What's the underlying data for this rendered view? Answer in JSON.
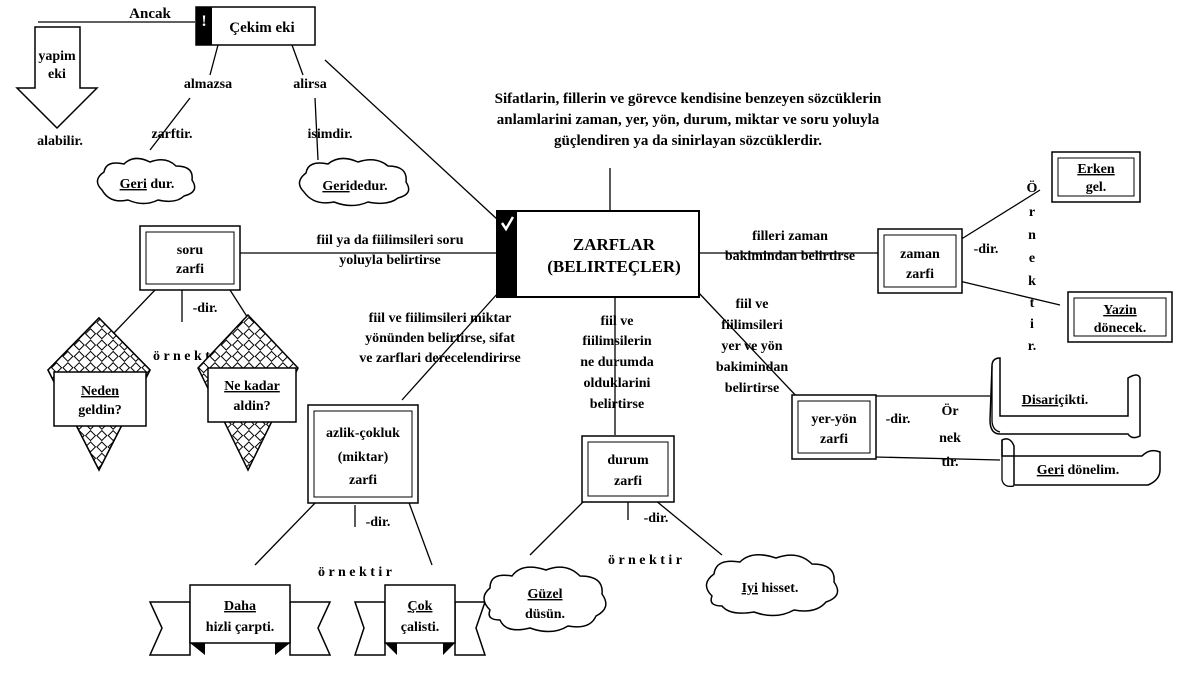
{
  "definition": {
    "line1": "Sifatlarin, fillerin ve görevce kendisine benzeyen sözcüklerin",
    "line2": "anlamlarini zaman, yer, yön, durum, miktar ve soru yoluyla",
    "line3": "güçlendiren ya da sinirlayan sözcüklerdir."
  },
  "main": {
    "line1": "ZARFLAR",
    "line2": "(BELIRTEÇLER)"
  },
  "cekim": {
    "box": "Çekim eki",
    "ancak": "Ancak",
    "arrow_line1": "yapim",
    "arrow_line2": "eki",
    "alabilir": "alabilir.",
    "almazsa": "almazsa",
    "alirsa": "alirsa",
    "zarftir": "zarftir.",
    "isimdir": "isimdir.",
    "ex1_u": "Geri",
    "ex1_rest": " dur.",
    "ex2_u": "Geri",
    "ex2_rest": "dedur."
  },
  "soru": {
    "line1": "soru",
    "line2": "zarfi",
    "edge1": "fiil ya da fiilimsileri soru",
    "edge2": "yoluyla belirtirse",
    "dir": "-dir.",
    "ornek": "ö r n e k t i r",
    "ex1_u": "Neden",
    "ex1_l2": "geldin?",
    "ex2_u": "Ne kadar",
    "ex2_l2": "aldin?"
  },
  "miktar": {
    "line1": "azlik-çokluk",
    "line2": "(miktar)",
    "line3": "zarfi",
    "edge1": "fiil ve fiilimsileri miktar",
    "edge2": "yönünden belirtirse, sifat",
    "edge3": "ve zarflari derecelendirirse",
    "dir": "-dir.",
    "ornek": "ö r n e k t i r",
    "ex1_u": "Daha",
    "ex1_l2": "hizli çarpti.",
    "ex2_u": "Çok",
    "ex2_l2": "çalisti."
  },
  "durum": {
    "line1": "durum",
    "line2": "zarfi",
    "edge": [
      "fiil ve",
      "fiilimsilerin",
      "ne durumda",
      "olduklarini",
      "belirtirse"
    ],
    "dir": "-dir.",
    "ornek": "ö r n e k t i r",
    "ex1_u": "Güzel",
    "ex1_l2": "düsün.",
    "ex2_u": "Iyi",
    "ex2_rest": " hisset."
  },
  "zaman": {
    "line1": "zaman",
    "line2": "zarfi",
    "edge1": "filleri zaman",
    "edge2": "bakimindan belirtirse",
    "dir": "-dir.",
    "ornek_letters": [
      "Ö",
      "r",
      "n",
      "e",
      "k",
      "t",
      "i",
      "r."
    ],
    "ex1_u": "Erken",
    "ex1_l2": "gel.",
    "ex2_u": "Yazin",
    "ex2_l2": "dönecek."
  },
  "yer": {
    "line1": "yer-yön",
    "line2": "zarfi",
    "edge": [
      "fiil ve",
      "fiilimsileri",
      "yer ve yön",
      "bakimindan",
      "belirtirse"
    ],
    "dir": "-dir.",
    "ornek": [
      "Ör",
      "nek",
      "tir."
    ],
    "ex1_u": "Disari",
    "ex1_rest": "çikti.",
    "ex2_u": "Geri",
    "ex2_rest": " dönelim."
  }
}
